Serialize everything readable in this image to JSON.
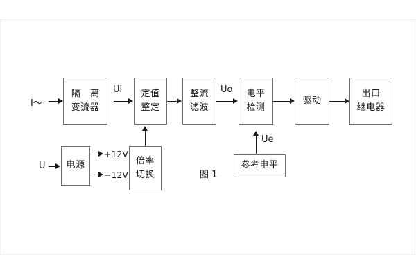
{
  "figure": {
    "caption": "图 1",
    "background_color": "#ffffff",
    "line_color": "#1b1b1b",
    "box_border_color": "#6f6f6f"
  },
  "inputs": [
    {
      "name": "current-input",
      "label": "I～"
    },
    {
      "name": "voltage-input",
      "label": "U"
    }
  ],
  "signal_labels": [
    {
      "name": "ui-label",
      "label": "Ui"
    },
    {
      "name": "uo-label",
      "label": "Uo"
    },
    {
      "name": "ue-label",
      "label": "Ue"
    }
  ],
  "supply_rails": [
    {
      "name": "positive-rail",
      "label": "+12V"
    },
    {
      "name": "negative-rail",
      "label": "−12V"
    }
  ],
  "blocks": {
    "isolation_transformer": {
      "line1": "隔 离",
      "line2": "变流器"
    },
    "setpoint_adjust": {
      "line1": "定值",
      "line2": "整定"
    },
    "rectify_filter": {
      "line1": "整流",
      "line2": "滤波"
    },
    "level_detect": {
      "line1": "电平",
      "line2": "检测"
    },
    "drive": {
      "line1": "驱动",
      "line2": ""
    },
    "output_relay": {
      "line1": "出口",
      "line2": "继电器"
    },
    "power_supply": {
      "line1": "电源",
      "line2": ""
    },
    "multiplier_switch": {
      "line1": "倍率",
      "line2": "切换"
    },
    "reference_level": {
      "line1": "参考电平",
      "line2": ""
    }
  }
}
